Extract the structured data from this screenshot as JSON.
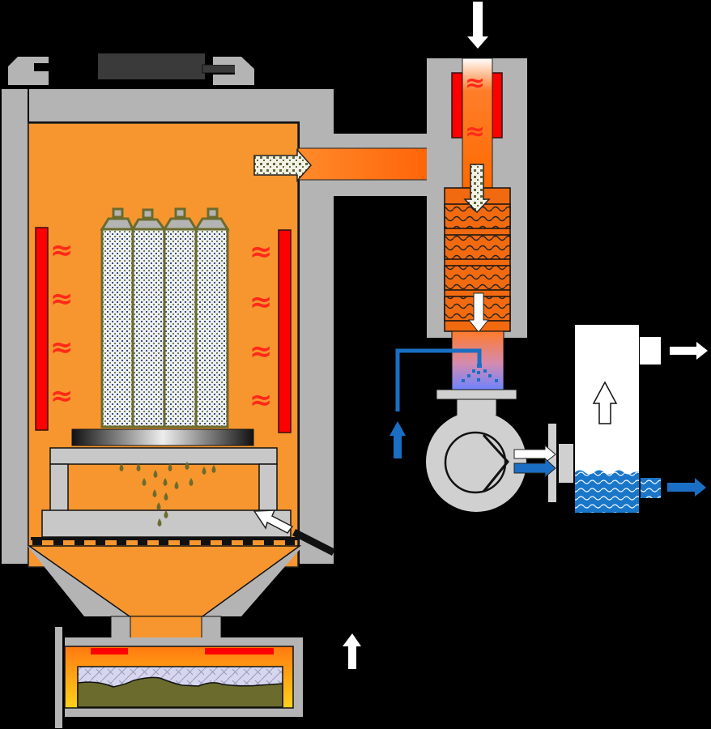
{
  "diagram": {
    "title": "",
    "description": "Thermal treatment process schematic: heated chamber with filter cartridges, exhaust to afterburner/catalyst, quench, blower and separator",
    "symbols": {
      "heat": "≈"
    },
    "colors": {
      "background": "#000000",
      "housing_gray": "#b4b4b4",
      "chamber_orange": "#f7962f",
      "heater_red": "#ff0000",
      "duct_orange": "#ff6a00",
      "water_blue": "#1a6fc4",
      "residue_olive": "#6b6b2e",
      "white": "#ffffff"
    },
    "components": [
      {
        "id": "main-chamber",
        "label": ""
      },
      {
        "id": "filter-cartridges",
        "count": 4
      },
      {
        "id": "heater-left",
        "heat_marks": 4
      },
      {
        "id": "heater-right",
        "heat_marks": 4
      },
      {
        "id": "afterburner",
        "heat_marks": 2
      },
      {
        "id": "catalyst-bed",
        "layers": 4
      },
      {
        "id": "quench",
        "label": ""
      },
      {
        "id": "blower",
        "label": ""
      },
      {
        "id": "separator",
        "label": ""
      },
      {
        "id": "ash-collector",
        "label": ""
      }
    ]
  }
}
